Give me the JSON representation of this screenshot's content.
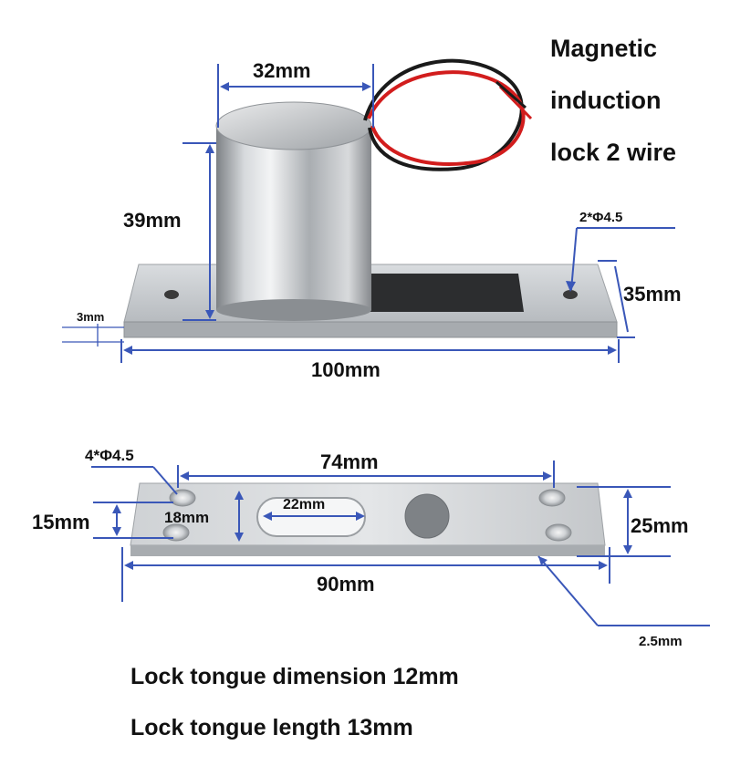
{
  "title_lines": [
    "Magnetic",
    "induction",
    "lock 2 wire"
  ],
  "top_view": {
    "width_label": "32mm",
    "height_label": "39mm",
    "thickness_label": "3mm",
    "plate_length_label": "100mm",
    "plate_depth_label": "35mm",
    "holes_label": "2*Φ4.5"
  },
  "bottom_view": {
    "holes_label": "4*Φ4.5",
    "hole_spacing_label": "74mm",
    "slot_length_label": "22mm",
    "slot_width_label": "18mm",
    "left_height_label": "15mm",
    "plate_width_label": "25mm",
    "plate_length_label": "90mm",
    "thickness_label": "2.5mm"
  },
  "notes": [
    "Lock tongue dimension 12mm",
    "Lock tongue length 13mm"
  ],
  "colors": {
    "dimension_line": "#3a57b8",
    "wire_red": "#d21d1d",
    "wire_black": "#1a1a1a",
    "metal": "#c9ccd0"
  }
}
